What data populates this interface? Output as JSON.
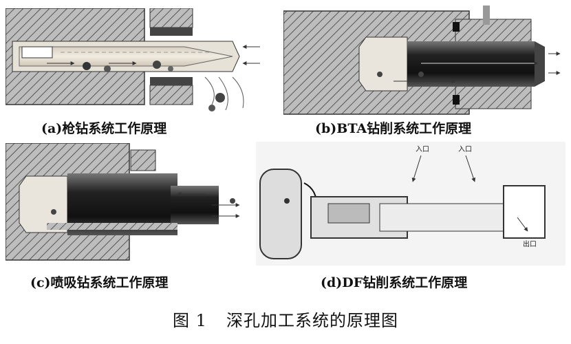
{
  "panels": [
    {
      "id": "a",
      "caption": "(a)枪钻系统工作原理"
    },
    {
      "id": "b",
      "caption": "(b)BTA钻削系统工作原理"
    },
    {
      "id": "c",
      "caption": "(c)喷吸钻系统工作原理"
    },
    {
      "id": "d",
      "caption": "(d)DF钻削系统工作原理",
      "labels": {
        "inlet1": "入口",
        "inlet2": "入口",
        "outlet": "出口"
      }
    }
  ],
  "figure": {
    "number": "图 1",
    "title": "深孔加工系统的原理图"
  }
}
